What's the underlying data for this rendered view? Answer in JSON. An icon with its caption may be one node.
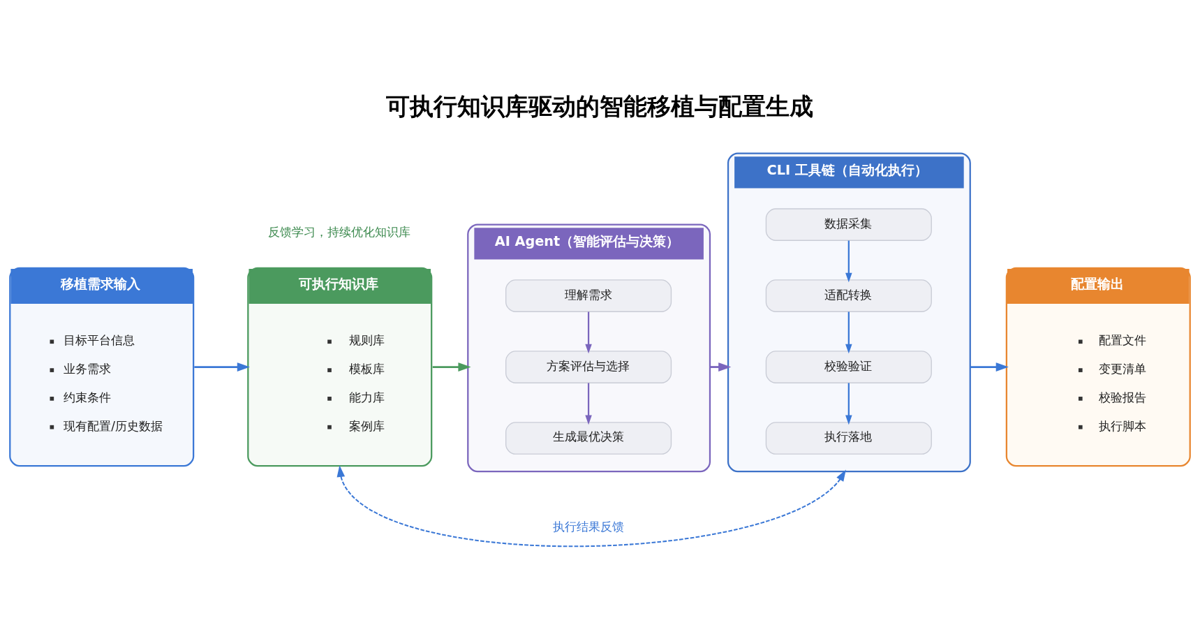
{
  "diagram": {
    "title": "可执行知识库驱动的智能移植与配置生成",
    "nodes": [
      {
        "text": [
          "移植需求输入",
          "目标平台信息",
          "业务需求",
          "约束条件",
          "现有配置/历史数据"
        ]
      },
      {
        "text": [
          "可执行知识库",
          "规则库",
          "模板库",
          "能力库",
          "案例库"
        ]
      },
      {
        "text": [
          "AI Agent（智能评估与决策）"
        ]
      },
      {
        "text": [
          "理解需求"
        ],
        "in": 2
      },
      {
        "text": [
          "方案评估与选择"
        ],
        "in": 2
      },
      {
        "text": [
          "生成最优决策"
        ],
        "in": 2
      },
      {
        "text": [
          "CLI 工具链（自动化执行）"
        ]
      },
      {
        "text": [
          "数据采集"
        ],
        "in": 6
      },
      {
        "text": [
          "适配转换"
        ],
        "in": 6
      },
      {
        "text": [
          "校验验证"
        ],
        "in": 6
      },
      {
        "text": [
          "执行落地"
        ],
        "in": 6
      },
      {
        "text": [
          "配置输出",
          "配置文件",
          "变更清单",
          "校验报告",
          "执行脚本"
        ]
      }
    ],
    "edges": [
      {
        "from": 0,
        "to": 1,
        "arrow": "to"
      },
      {
        "from": 1,
        "to": 2,
        "arrow": "to",
        "color": "#4b9a5e"
      },
      {
        "from": 3,
        "to": 4,
        "arrow": "to",
        "color": "#7b66bd"
      },
      {
        "from": 4,
        "to": 5,
        "arrow": "to",
        "color": "#7b66bd"
      },
      {
        "from": 2,
        "to": 6,
        "arrow": "to",
        "color": "#7b66bd"
      },
      {
        "from": 7,
        "to": 8,
        "arrow": "to"
      },
      {
        "from": 8,
        "to": 9,
        "arrow": "to"
      },
      {
        "from": 9,
        "to": 10,
        "arrow": "to"
      },
      {
        "from": 6,
        "to": 11,
        "arrow": "to"
      },
      {
        "from": 6,
        "to": 1,
        "arrow": "both",
        "style": "dashed",
        "label": "执行结果反馈"
      }
    ],
    "labels": [
      "反馈学习，持续优化知识库"
    ]
  }
}
